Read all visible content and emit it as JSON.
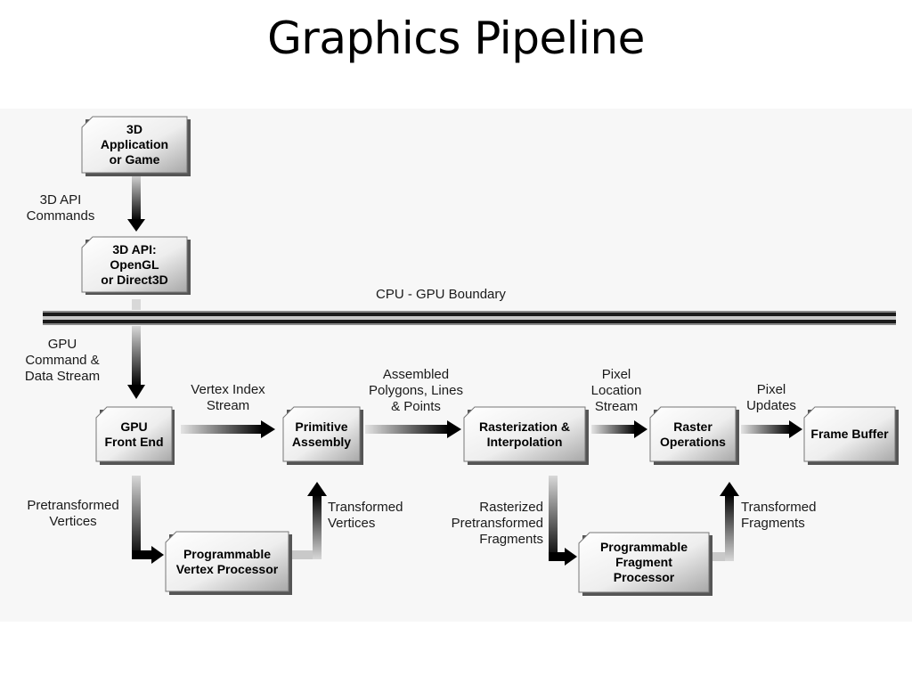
{
  "title": "Graphics Pipeline",
  "boundary_label": "CPU - GPU Boundary",
  "boxes": {
    "app": "3D\nApplication\nor Game",
    "api": "3D API:\nOpenGL\nor Direct3D",
    "front_end": "GPU\nFront End",
    "primitive": "Primitive\nAssembly",
    "raster_interp": "Rasterization &\nInterpolation",
    "raster_ops": "Raster\nOperations",
    "frame_buffer": "Frame Buffer",
    "vertex_proc": "Programmable\nVertex Processor",
    "fragment_proc": "Programmable\nFragment\nProcessor"
  },
  "labels": {
    "api_commands": "3D API\nCommands",
    "gpu_command": "GPU\nCommand &\nData Stream",
    "vertex_index": "Vertex Index\nStream",
    "assembled": "Assembled\nPolygons, Lines\n& Points",
    "pixel_location": "Pixel\nLocation\nStream",
    "pixel_updates": "Pixel\nUpdates",
    "pretransformed": "Pretransformed\nVertices",
    "transformed_vertices": "Transformed\nVertices",
    "rasterized": "Rasterized\nPretransformed\nFragments",
    "transformed_fragments": "Transformed\nFragments"
  }
}
